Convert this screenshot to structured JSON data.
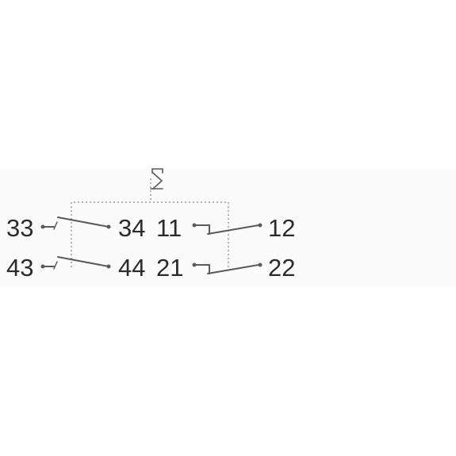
{
  "diagram": {
    "contacts": [
      {
        "type": "normally-open",
        "from": "33",
        "to": "34"
      },
      {
        "type": "normally-open",
        "from": "43",
        "to": "44"
      },
      {
        "type": "normally-closed",
        "from": "11",
        "to": "12"
      },
      {
        "type": "normally-closed",
        "from": "21",
        "to": "22"
      }
    ],
    "labels": {
      "t33": "33",
      "t34": "34",
      "t43": "43",
      "t44": "44",
      "t11": "11",
      "t12": "12",
      "t21": "21",
      "t22": "22"
    },
    "actuator": "push-button-actuator-icon"
  }
}
